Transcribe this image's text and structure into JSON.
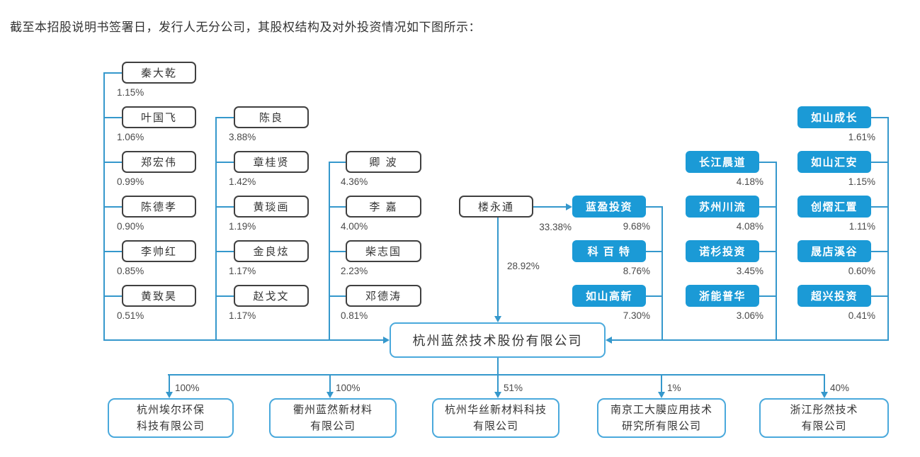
{
  "header": {
    "text": "截至本招股说明书签署日，发行人无分公司，其股权结构及对外投资情况如下图所示："
  },
  "company": {
    "name": "杭州蓝然技术股份有限公司"
  },
  "founder": {
    "name": "楼永通",
    "direct_pct": "28.92%",
    "invest_pct": "33.38%"
  },
  "shareholder_columns": [
    {
      "id": "individuals-1",
      "style": "person",
      "items": [
        {
          "name": "秦大乾",
          "pct": "1.15%"
        },
        {
          "name": "叶国飞",
          "pct": "1.06%"
        },
        {
          "name": "郑宏伟",
          "pct": "0.99%"
        },
        {
          "name": "陈德孝",
          "pct": "0.90%"
        },
        {
          "name": "李帅红",
          "pct": "0.85%"
        },
        {
          "name": "黄致昊",
          "pct": "0.51%"
        }
      ]
    },
    {
      "id": "individuals-2",
      "style": "person",
      "items": [
        {
          "name": "陈良",
          "pct": "3.88%"
        },
        {
          "name": "章桂贤",
          "pct": "1.42%"
        },
        {
          "name": "黄琰画",
          "pct": "1.19%"
        },
        {
          "name": "金良炫",
          "pct": "1.17%"
        },
        {
          "name": "赵戈文",
          "pct": "1.17%"
        }
      ]
    },
    {
      "id": "individuals-3",
      "style": "person",
      "items": [
        {
          "name": "卿 波",
          "pct": "4.36%"
        },
        {
          "name": "李 嘉",
          "pct": "4.00%"
        },
        {
          "name": "柴志国",
          "pct": "2.23%"
        },
        {
          "name": "邓德涛",
          "pct": "0.81%"
        }
      ]
    },
    {
      "id": "institutions-1",
      "style": "institution",
      "items": [
        {
          "name": "蓝盈投资",
          "pct": "9.68%"
        },
        {
          "name": "科 百 特",
          "pct": "8.76%"
        },
        {
          "name": "如山高新",
          "pct": "7.30%"
        }
      ]
    },
    {
      "id": "institutions-2",
      "style": "institution",
      "items": [
        {
          "name": "长江晨道",
          "pct": "4.18%"
        },
        {
          "name": "苏州川流",
          "pct": "4.08%"
        },
        {
          "name": "诺杉投资",
          "pct": "3.45%"
        },
        {
          "name": "浙能普华",
          "pct": "3.06%"
        }
      ]
    },
    {
      "id": "institutions-3",
      "style": "institution",
      "items": [
        {
          "name": "如山成长",
          "pct": "1.61%"
        },
        {
          "name": "如山汇安",
          "pct": "1.15%"
        },
        {
          "name": "创熠汇置",
          "pct": "1.11%"
        },
        {
          "name": "晟店溪谷",
          "pct": "0.60%"
        },
        {
          "name": "超兴投资",
          "pct": "0.41%"
        }
      ]
    }
  ],
  "subsidiaries": [
    {
      "name": [
        "杭州埃尔环保",
        "科技有限公司"
      ],
      "pct": "100%"
    },
    {
      "name": [
        "衢州蓝然新材料",
        "有限公司"
      ],
      "pct": "100%"
    },
    {
      "name": [
        "杭州华丝新材料科技",
        "有限公司"
      ],
      "pct": "51%"
    },
    {
      "name": [
        "南京工大膜应用技术",
        "研究所有限公司"
      ],
      "pct": "1%"
    },
    {
      "name": [
        "浙江彤然技术",
        "有限公司"
      ],
      "pct": "40%"
    }
  ],
  "colors": {
    "institution_fill": "#1b9ad6",
    "line_blue": "#3598cc",
    "soft_blue_border": "#4aa9dc",
    "person_border": "#404040",
    "text_dark": "#333333",
    "pct_text": "#4a4a4a"
  }
}
